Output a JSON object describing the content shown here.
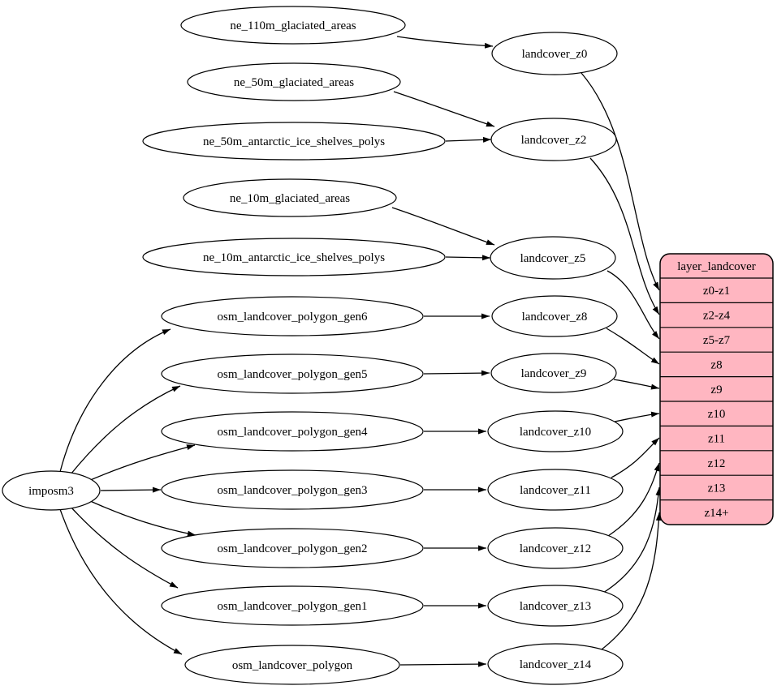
{
  "diagram": {
    "type": "dependency-graph",
    "background": "#ffffff",
    "node_fill": "#ffffff",
    "node_stroke": "#000000",
    "edge_color": "#000000",
    "table_fill": "#ffb6c1",
    "table_stroke": "#000000",
    "nodes": [
      {
        "id": "ne_110m_glaciated_areas",
        "label": "ne_110m_glaciated_areas"
      },
      {
        "id": "ne_50m_glaciated_areas",
        "label": "ne_50m_glaciated_areas"
      },
      {
        "id": "ne_50m_antarctic_ice_shelves_polys",
        "label": "ne_50m_antarctic_ice_shelves_polys"
      },
      {
        "id": "ne_10m_glaciated_areas",
        "label": "ne_10m_glaciated_areas"
      },
      {
        "id": "ne_10m_antarctic_ice_shelves_polys",
        "label": "ne_10m_antarctic_ice_shelves_polys"
      },
      {
        "id": "imposm3",
        "label": "imposm3"
      },
      {
        "id": "osm_landcover_polygon_gen6",
        "label": "osm_landcover_polygon_gen6"
      },
      {
        "id": "osm_landcover_polygon_gen5",
        "label": "osm_landcover_polygon_gen5"
      },
      {
        "id": "osm_landcover_polygon_gen4",
        "label": "osm_landcover_polygon_gen4"
      },
      {
        "id": "osm_landcover_polygon_gen3",
        "label": "osm_landcover_polygon_gen3"
      },
      {
        "id": "osm_landcover_polygon_gen2",
        "label": "osm_landcover_polygon_gen2"
      },
      {
        "id": "osm_landcover_polygon_gen1",
        "label": "osm_landcover_polygon_gen1"
      },
      {
        "id": "osm_landcover_polygon",
        "label": "osm_landcover_polygon"
      },
      {
        "id": "landcover_z0",
        "label": "landcover_z0"
      },
      {
        "id": "landcover_z2",
        "label": "landcover_z2"
      },
      {
        "id": "landcover_z5",
        "label": "landcover_z5"
      },
      {
        "id": "landcover_z8",
        "label": "landcover_z8"
      },
      {
        "id": "landcover_z9",
        "label": "landcover_z9"
      },
      {
        "id": "landcover_z10",
        "label": "landcover_z10"
      },
      {
        "id": "landcover_z11",
        "label": "landcover_z11"
      },
      {
        "id": "landcover_z12",
        "label": "landcover_z12"
      },
      {
        "id": "landcover_z13",
        "label": "landcover_z13"
      },
      {
        "id": "landcover_z14",
        "label": "landcover_z14"
      }
    ],
    "table": {
      "id": "layer_landcover",
      "title": "layer_landcover",
      "rows": [
        "z0-z1",
        "z2-z4",
        "z5-z7",
        "z8",
        "z9",
        "z10",
        "z11",
        "z12",
        "z13",
        "z14+"
      ]
    },
    "edges": [
      {
        "from": "ne_110m_glaciated_areas",
        "to": "landcover_z0"
      },
      {
        "from": "ne_50m_glaciated_areas",
        "to": "landcover_z2"
      },
      {
        "from": "ne_50m_antarctic_ice_shelves_polys",
        "to": "landcover_z2"
      },
      {
        "from": "ne_10m_glaciated_areas",
        "to": "landcover_z5"
      },
      {
        "from": "ne_10m_antarctic_ice_shelves_polys",
        "to": "landcover_z5"
      },
      {
        "from": "imposm3",
        "to": "osm_landcover_polygon_gen6"
      },
      {
        "from": "imposm3",
        "to": "osm_landcover_polygon_gen5"
      },
      {
        "from": "imposm3",
        "to": "osm_landcover_polygon_gen4"
      },
      {
        "from": "imposm3",
        "to": "osm_landcover_polygon_gen3"
      },
      {
        "from": "imposm3",
        "to": "osm_landcover_polygon_gen2"
      },
      {
        "from": "imposm3",
        "to": "osm_landcover_polygon_gen1"
      },
      {
        "from": "imposm3",
        "to": "osm_landcover_polygon"
      },
      {
        "from": "osm_landcover_polygon_gen6",
        "to": "landcover_z8"
      },
      {
        "from": "osm_landcover_polygon_gen5",
        "to": "landcover_z9"
      },
      {
        "from": "osm_landcover_polygon_gen4",
        "to": "landcover_z10"
      },
      {
        "from": "osm_landcover_polygon_gen3",
        "to": "landcover_z11"
      },
      {
        "from": "osm_landcover_polygon_gen2",
        "to": "landcover_z12"
      },
      {
        "from": "osm_landcover_polygon_gen1",
        "to": "landcover_z13"
      },
      {
        "from": "osm_landcover_polygon",
        "to": "landcover_z14"
      },
      {
        "from": "landcover_z0",
        "to": "layer_landcover:z0-z1"
      },
      {
        "from": "landcover_z2",
        "to": "layer_landcover:z2-z4"
      },
      {
        "from": "landcover_z5",
        "to": "layer_landcover:z5-z7"
      },
      {
        "from": "landcover_z8",
        "to": "layer_landcover:z8"
      },
      {
        "from": "landcover_z9",
        "to": "layer_landcover:z9"
      },
      {
        "from": "landcover_z10",
        "to": "layer_landcover:z10"
      },
      {
        "from": "landcover_z11",
        "to": "layer_landcover:z11"
      },
      {
        "from": "landcover_z12",
        "to": "layer_landcover:z12"
      },
      {
        "from": "landcover_z13",
        "to": "layer_landcover:z13"
      },
      {
        "from": "landcover_z14",
        "to": "layer_landcover:z14+"
      }
    ]
  }
}
